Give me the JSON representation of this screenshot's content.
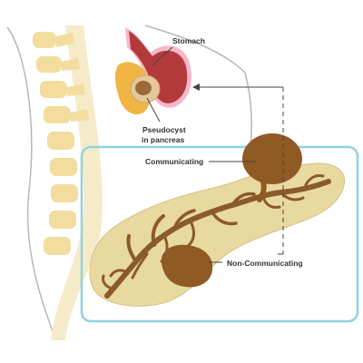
{
  "labels": {
    "stomach": "Stomach",
    "pseudocyst_line1": "Pseudocyst",
    "pseudocyst_line2": "in pancreas",
    "communicating": "Communicating",
    "non_communicating": "Non-Communicating"
  },
  "colors": {
    "highlight_box": "#8fd3e0",
    "pancreas": "#e8d9a0",
    "duct": "#8b5a2b",
    "cyst": "#8f5a23",
    "stomach": "#b33a3a",
    "stomach_outline": "#f3b5c6",
    "spine": "#f0e0b0",
    "body_outline": "#b8b8b8"
  }
}
